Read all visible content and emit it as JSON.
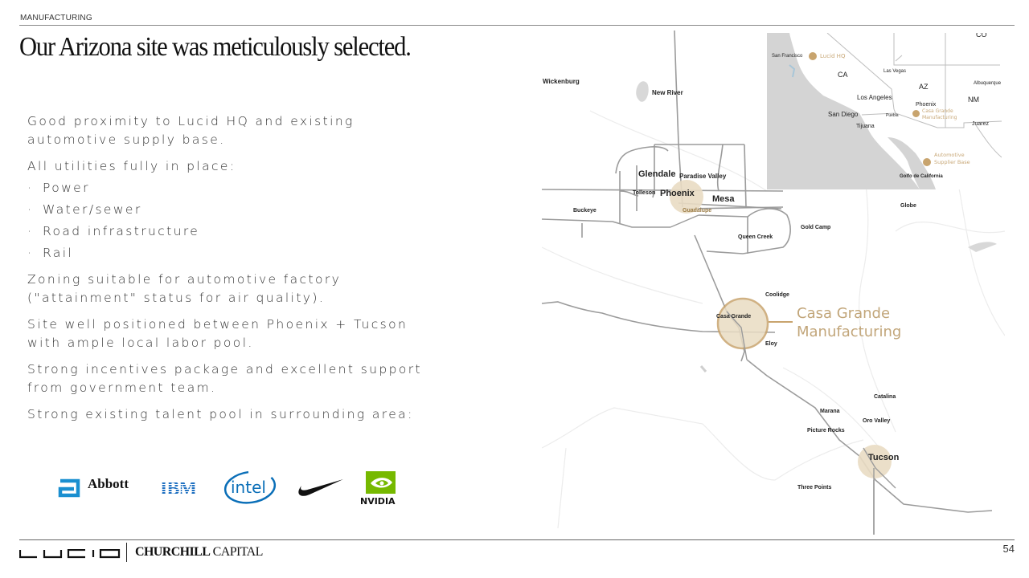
{
  "header": {
    "section": "MANUFACTURING",
    "title": "Our Arizona site was meticulously selected."
  },
  "points": [
    {
      "text": "Good proximity to Lucid HQ and existing automotive supply base."
    },
    {
      "text": "All utilities fully in place:"
    }
  ],
  "utilities": [
    "Power",
    "Water/sewer",
    "Road infrastructure",
    "Rail"
  ],
  "points_after": [
    {
      "text": "Zoning suitable for automotive factory (\"attainment\" status for air quality)."
    },
    {
      "text": "Site well positioned between Phoenix + Tucson with ample local labor pool."
    },
    {
      "text": "Strong incentives package and excellent support from government team."
    },
    {
      "text": "Strong existing talent pool in surrounding area:"
    }
  ],
  "talent_logos": [
    {
      "name": "Abbott",
      "color": "#1a8fd0"
    },
    {
      "name": "IBM",
      "color": "#1f70c1"
    },
    {
      "name": "intel",
      "color": "#0b6fb8"
    },
    {
      "name": "Nike",
      "color": "#111111"
    },
    {
      "name": "NVIDIA",
      "color": "#76b900"
    }
  ],
  "map": {
    "callout": {
      "line1": "Casa Grande",
      "line2": "Manufacturing"
    },
    "cities": {
      "wickenburg": "Wickenburg",
      "new_river": "New River",
      "glendale": "Glendale",
      "paradise_valley": "Paradise Valley",
      "tolleson": "Tolleson",
      "phoenix": "Phoenix",
      "mesa": "Mesa",
      "buckeye": "Buckeye",
      "guadalupe": "Guadalupe",
      "queen_creek": "Queen Creek",
      "gold_camp": "Gold Camp",
      "globe": "Globe",
      "coolidge": "Coolidge",
      "casa_grande": "Casa Grande",
      "eloy": "Eloy",
      "catalina": "Catalina",
      "marana": "Marana",
      "oro_valley": "Oro Valley",
      "picture_rocks": "Picture Rocks",
      "tucson": "Tucson",
      "three_points": "Three Points"
    },
    "inset": {
      "states": {
        "ca": "CA",
        "az": "AZ",
        "nm": "NM",
        "co": "CO"
      },
      "cities": {
        "san_francisco": "San Francisco",
        "las_vegas": "Las Vegas",
        "los_angeles": "Los Angeles",
        "san_diego": "San Diego",
        "puebla": "Puebla",
        "tijuana": "Tijuana",
        "phoenix": "Phoenix",
        "albuquerque": "Albuquerque",
        "juarez": "Juarez",
        "gulf": "Golfo de California"
      },
      "markers": {
        "lucid_hq": "Lucid HQ",
        "casa_grande_1": "Casa Grande",
        "casa_grande_2": "Manufacturing",
        "supplier_1": "Automotive",
        "supplier_2": "Supplier Base"
      },
      "marker_color": "#c8a46e"
    },
    "highlight_color": "#e9dcc3"
  },
  "footer": {
    "brand": "LUCID",
    "partner_bold": "CHURCHILL",
    "partner_rest": " CAPITAL",
    "page_number": "54"
  }
}
